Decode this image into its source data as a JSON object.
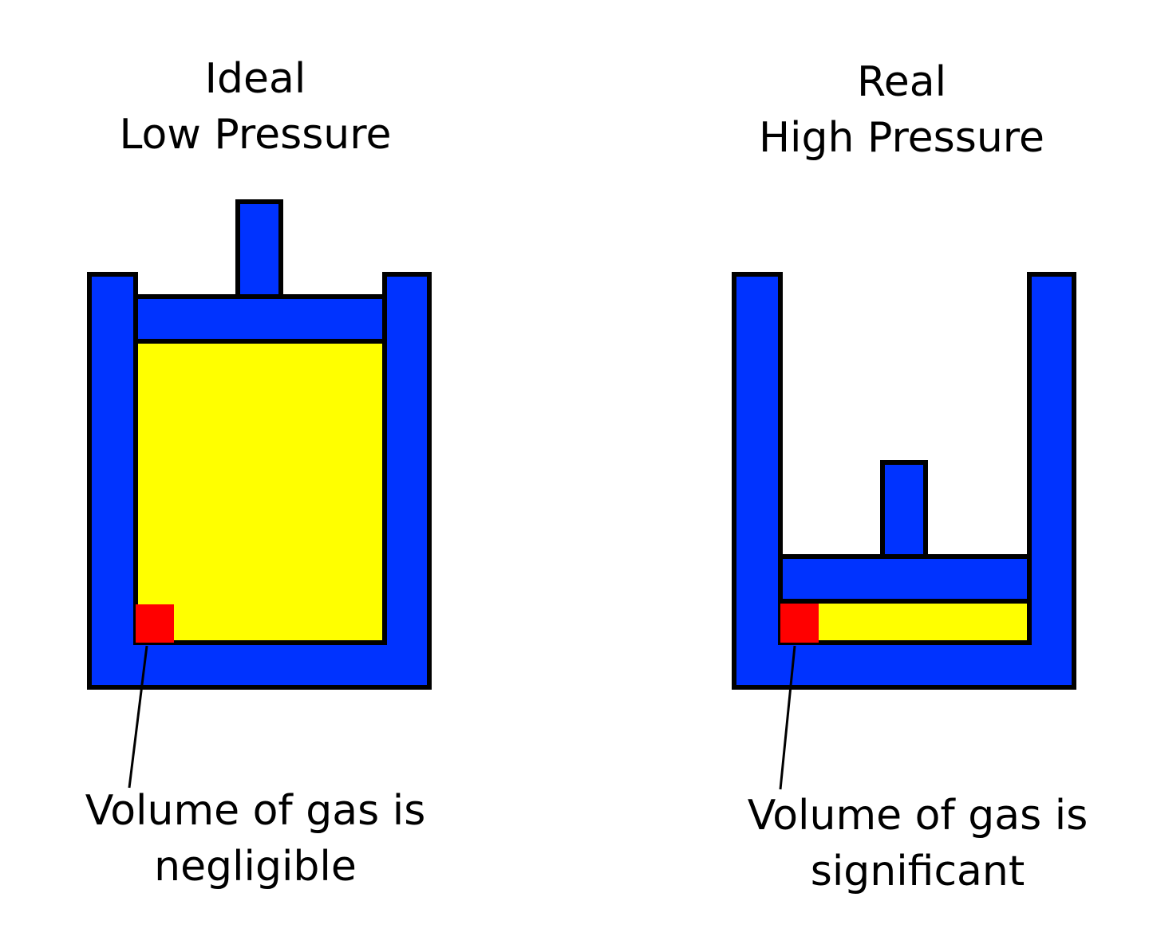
{
  "colors": {
    "wall": "#0033ff",
    "gas": "#ffff00",
    "molecule": "#ff0000",
    "outline": "#000000",
    "background": "#ffffff"
  },
  "panels": [
    {
      "id": "ideal",
      "title_line1": "Ideal",
      "title_line2": "Low Pressure",
      "caption_line1": "Volume of gas is",
      "caption_line2": "negligible"
    },
    {
      "id": "real",
      "title_line1": "Real",
      "title_line2": "High Pressure",
      "caption_line1": "Volume of gas is",
      "caption_line2": "significant"
    }
  ]
}
